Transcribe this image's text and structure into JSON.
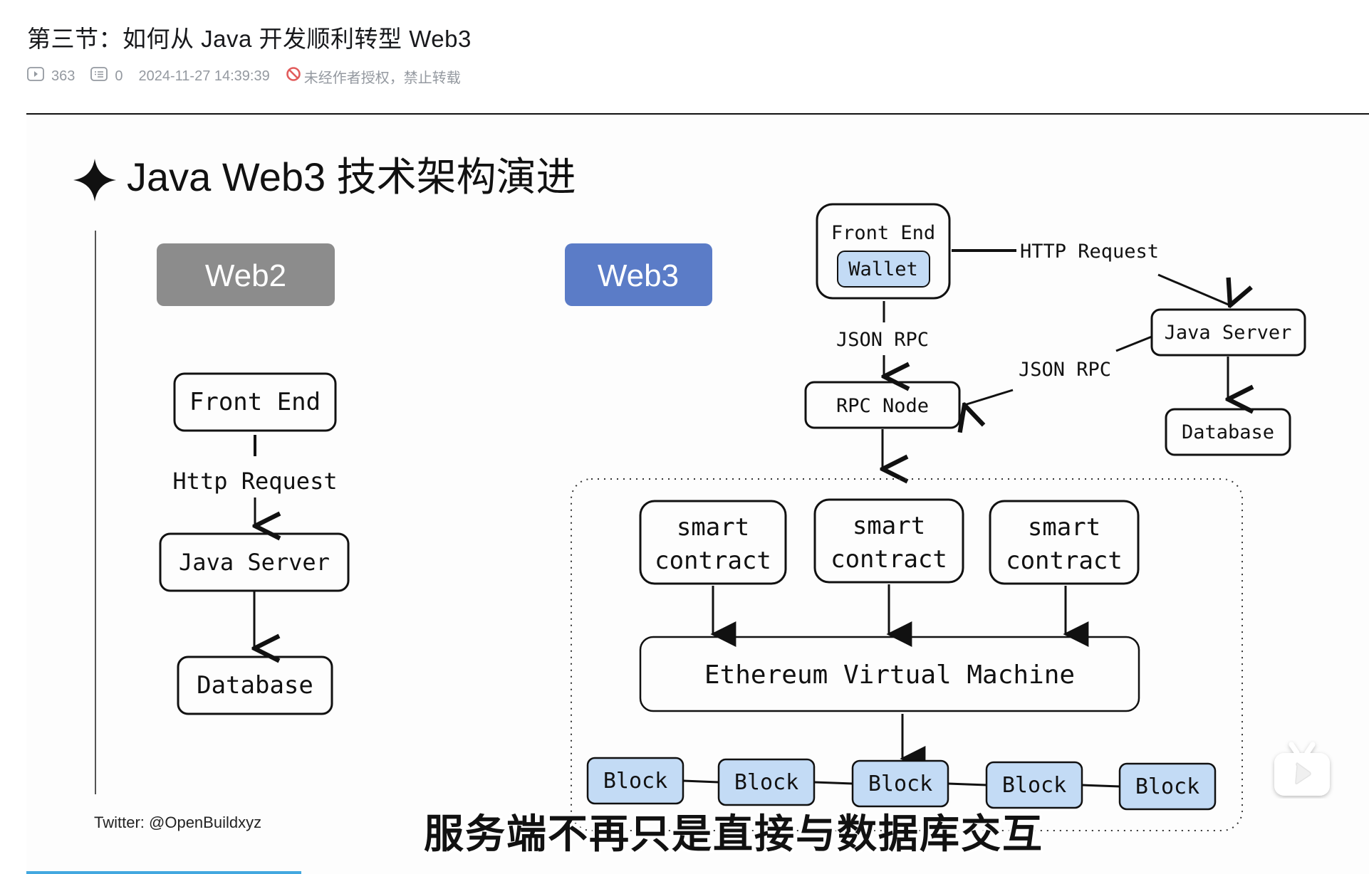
{
  "page": {
    "title": "第三节：如何从 Java 开发顺利转型 Web3",
    "meta": {
      "views_icon": "play-count-icon",
      "views": "363",
      "danmaku_icon": "danmaku-icon",
      "danmaku": "0",
      "date": "2024-11-27 14:39:39",
      "copyright_icon": "no-repost-icon",
      "copyright": "未经作者授权，禁止转载"
    }
  },
  "video": {
    "slide_title": "Java Web3 技术架构演进",
    "slide_title_icon": "sparkle-star-icon",
    "web2_label": "Web2",
    "web3_label": "Web3",
    "colors": {
      "web2_badge": "#8c8c8c",
      "web3_badge": "#5b7cc7",
      "block_fill": "#c3dbf5",
      "wallet_fill": "#c3dbf5",
      "progress": "#43a8e0"
    },
    "web2": {
      "front_end": "Front End",
      "http_request": "Http Request",
      "java_server": "Java Server",
      "database": "Database"
    },
    "web3": {
      "front_end": "Front End",
      "wallet": "Wallet",
      "http_request": "HTTP Request",
      "json_rpc_left": "JSON RPC",
      "json_rpc_right": "JSON RPC",
      "java_server": "Java Server",
      "database": "Database",
      "rpc_node": "RPC Node",
      "smart_contracts": [
        {
          "line1": "smart",
          "line2": "contract"
        },
        {
          "line1": "smart",
          "line2": "contract"
        },
        {
          "line1": "smart",
          "line2": "contract"
        }
      ],
      "evm": "Ethereum Virtual Machine",
      "blocks": [
        "Block",
        "Block",
        "Block",
        "Block",
        "Block"
      ]
    },
    "footer": "Twitter: @OpenBuildxyz",
    "subtitle": "服务端不再只是直接与数据库交互",
    "play_button_icon": "tv-play-icon",
    "progress_percent": 20.5
  }
}
